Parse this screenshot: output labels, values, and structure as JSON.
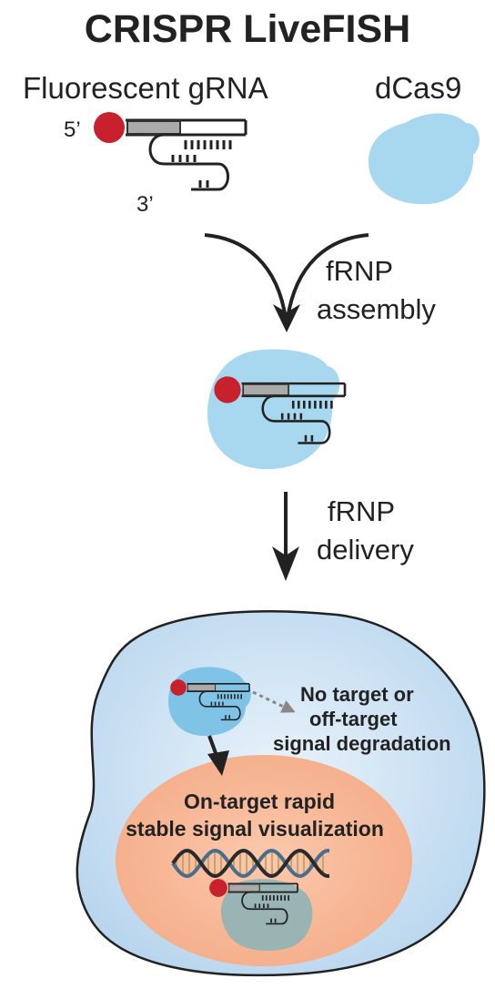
{
  "title": "CRISPR LiveFISH",
  "labels": {
    "grna": "Fluorescent gRNA",
    "dcas9": "dCas9",
    "five_prime": "5’",
    "three_prime": "3’"
  },
  "steps": {
    "assembly_line1": "fRNP",
    "assembly_line2": "assembly",
    "delivery_line1": "fRNP",
    "delivery_line2": "delivery"
  },
  "cell": {
    "offtarget_line1": "No target or",
    "offtarget_line2": "off-target",
    "offtarget_line3": "signal degradation",
    "ontarget_line1": "On-target rapid",
    "ontarget_line2": "stable signal visualization"
  },
  "colors": {
    "dye": "#c8202c",
    "protein": "#a8d8ef",
    "cell_fill": "#cfe4f5",
    "nucleus": "#f7b898",
    "dark": "#222222"
  }
}
